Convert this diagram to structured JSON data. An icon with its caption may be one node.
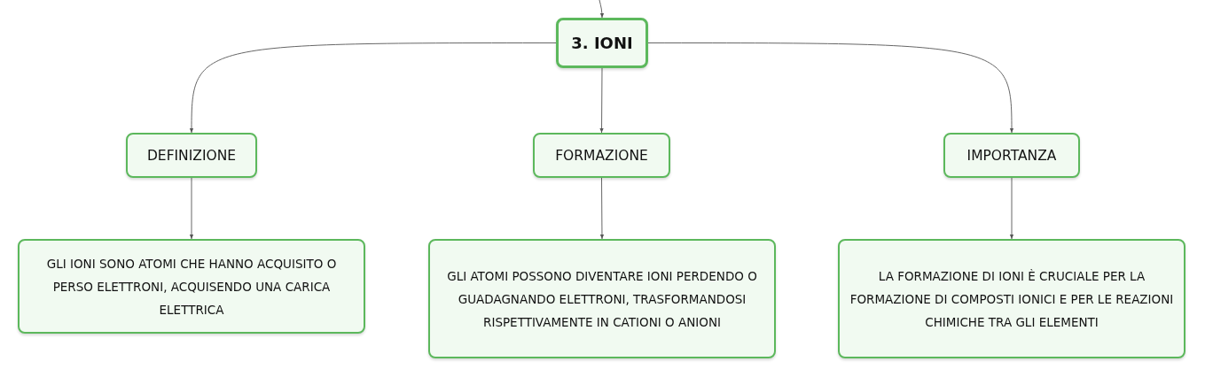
{
  "diagram": {
    "nodes": [
      {
        "text": [
          "3. IONI"
        ]
      },
      {
        "text": [
          "DEFINIZIONE"
        ]
      },
      {
        "text": [
          "FORMAZIONE"
        ]
      },
      {
        "text": [
          "IMPORTANZA"
        ]
      },
      {
        "text": [
          "GLI IONI SONO ATOMI CHE HANNO ACQUISITO O PERSO ELETTRONI, ACQUISENDO UNA CARICA ELETTRICA"
        ]
      },
      {
        "text": [
          "GLI ATOMI POSSONO DIVENTARE IONI PERDENDO O GUADAGNANDO ELETTRONI, TRASFORMANDOSI RISPETTIVAMENTE IN CATIONI O ANIONI"
        ]
      },
      {
        "text": [
          "LA FORMAZIONE DI IONI È CRUCIALE PER LA FORMAZIONE DI COMPOSTI IONICI E PER LE REAZIONI CHIMICHE TRA GLI ELEMENTI"
        ]
      }
    ],
    "edges": [
      {
        "from": null,
        "to": 0,
        "arrow": "to"
      },
      {
        "from": 0,
        "to": 1,
        "arrow": "to"
      },
      {
        "from": 0,
        "to": 2,
        "arrow": "to"
      },
      {
        "from": 0,
        "to": 3,
        "arrow": "to"
      },
      {
        "from": 1,
        "to": 4,
        "arrow": "to"
      },
      {
        "from": 2,
        "to": 5,
        "arrow": "to"
      },
      {
        "from": 3,
        "to": 6,
        "arrow": "to"
      }
    ]
  }
}
